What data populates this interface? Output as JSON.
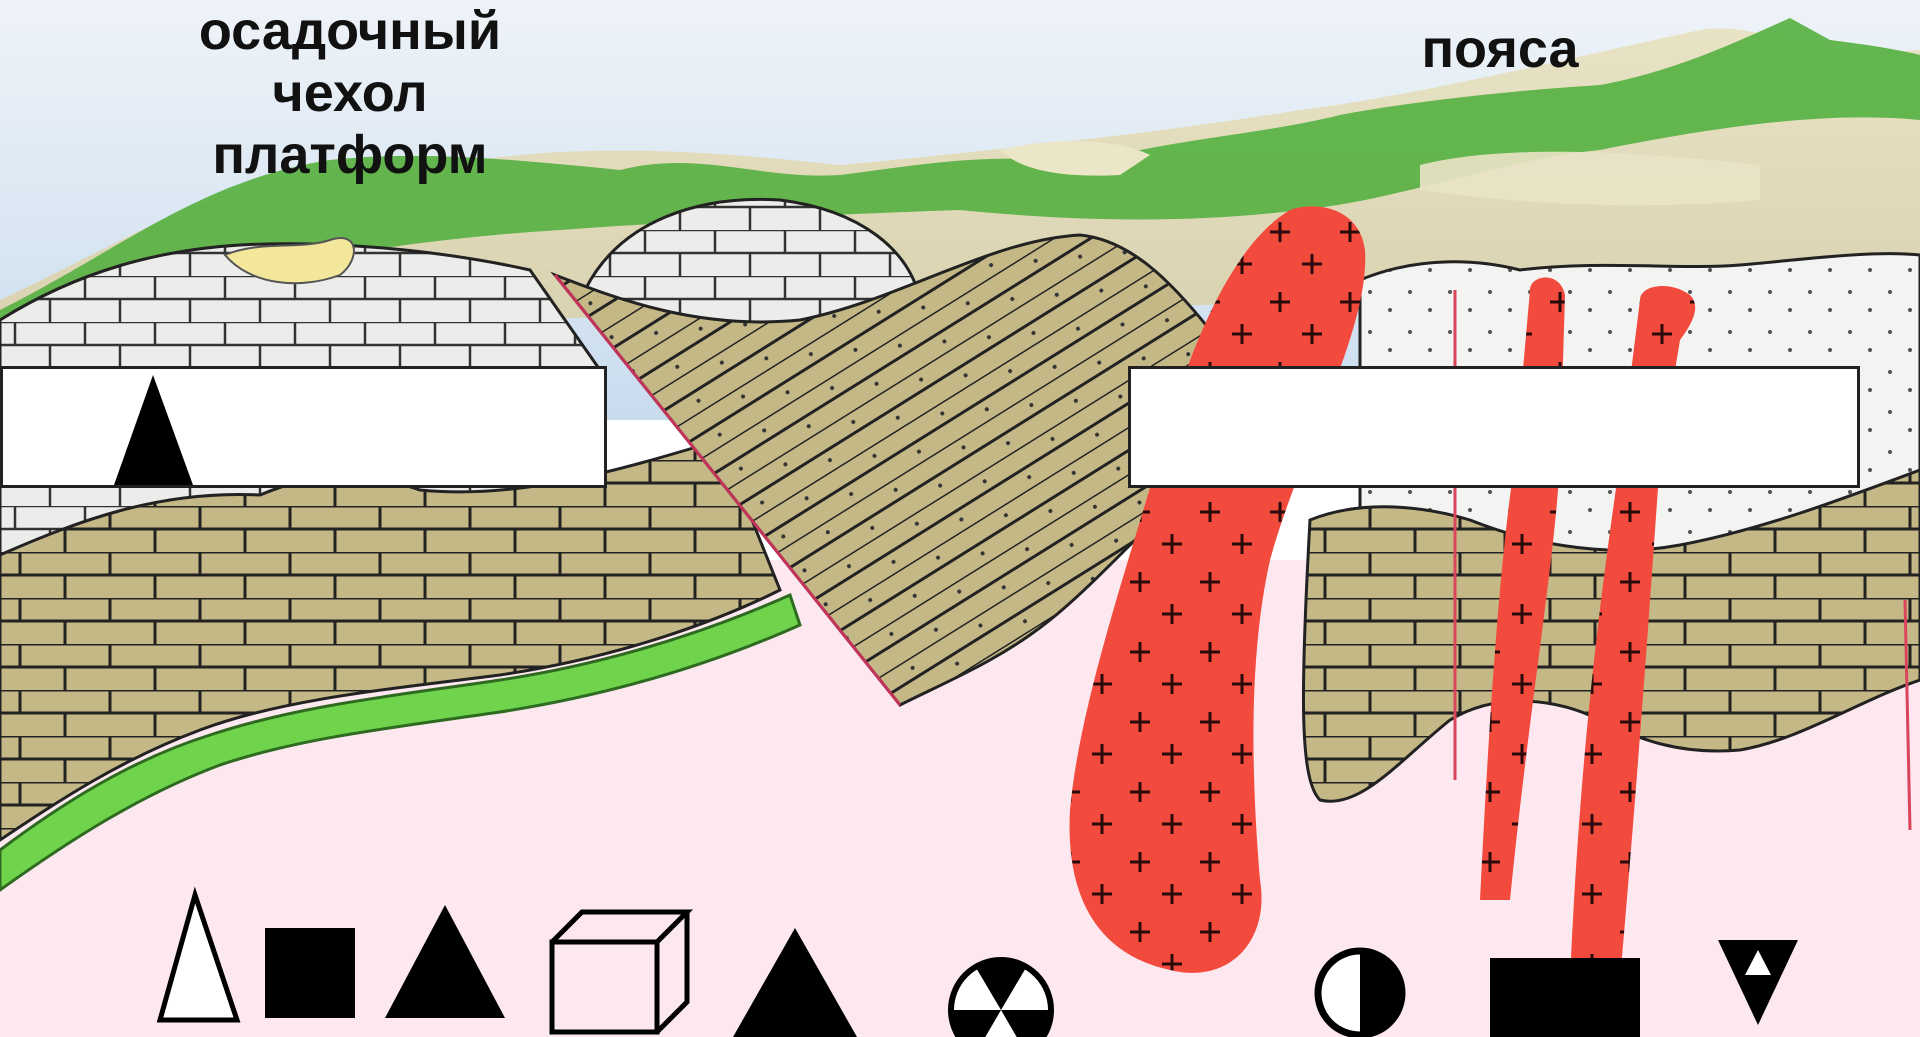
{
  "figure": {
    "title_left_line1": "осадочный чехол",
    "title_left_line2": "платформ",
    "title_right": "пояса"
  },
  "answer_boxes": [
    "",
    ""
  ],
  "legend": {
    "symbols": [
      "tall-open-triangle-icon",
      "filled-square-icon",
      "filled-triangle-icon",
      "open-cube-icon",
      "filled-triangle-icon",
      "radiation-trefoil-icon",
      "half-filled-circle-icon",
      "filled-rectangle-icon",
      "inverted-triangle-icon"
    ]
  },
  "colors": {
    "sky": "#dfeaf5",
    "mountains_green": "#5cb247",
    "sediment_tan": "#c5b887",
    "limestone_light": "#ececea",
    "green_layer": "#6fd44c",
    "basement_pink": "#fde8f0",
    "granite_red": "#f24a3c",
    "fault_line": "#c4335a"
  }
}
